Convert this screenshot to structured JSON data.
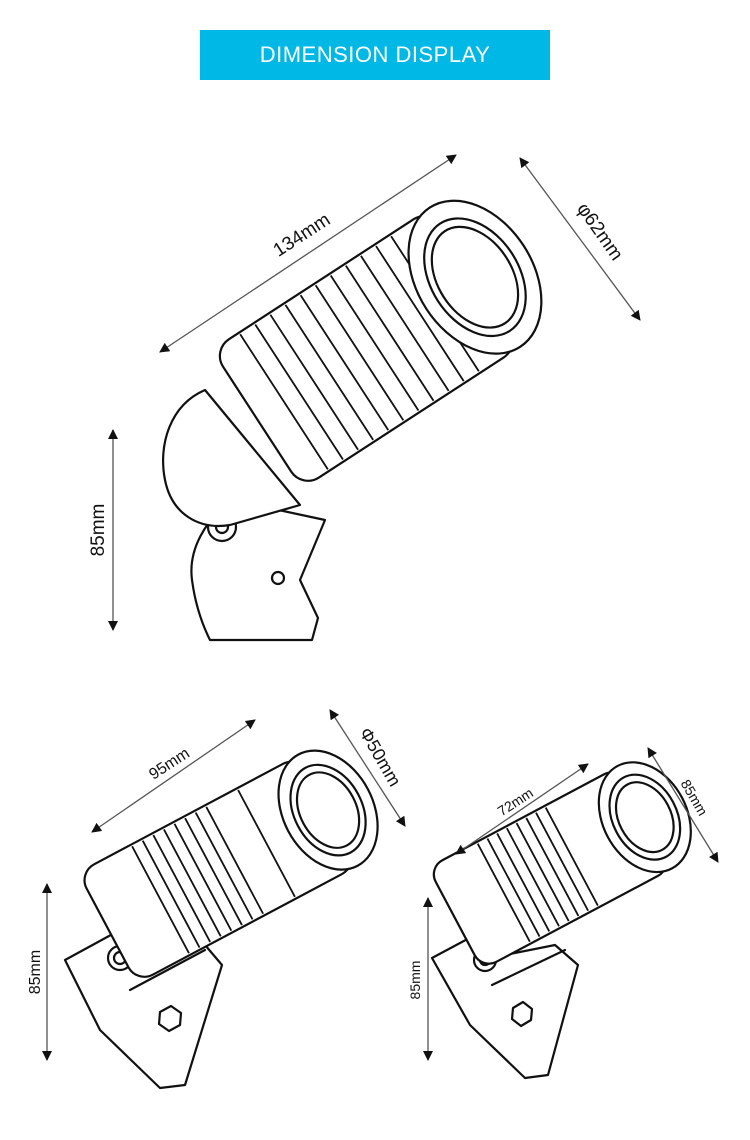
{
  "header": {
    "title": "DIMENSION DISPLAY",
    "background": "#00b8e6",
    "text_color": "#ffffff"
  },
  "figures": {
    "large": {
      "length": "134mm",
      "diameter": "φ62mm",
      "height": "85mm"
    },
    "medium": {
      "length": "95mm",
      "diameter": "Φ50mm",
      "height": "85mm"
    },
    "small": {
      "length": "72mm",
      "diameter": "85mm",
      "height": "85mm"
    }
  }
}
